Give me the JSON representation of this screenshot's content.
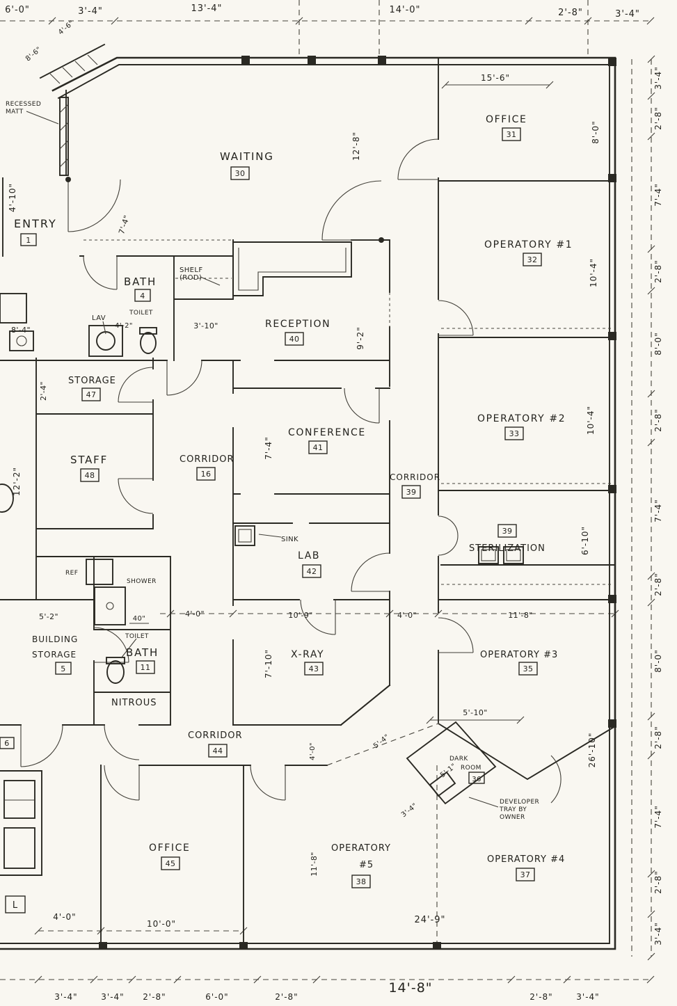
{
  "rooms": {
    "entry": {
      "name": "ENTRY",
      "num": "1"
    },
    "waiting": {
      "name": "WAITING",
      "num": "30"
    },
    "office31": {
      "name": "OFFICE",
      "num": "31"
    },
    "op1": {
      "name": "OPERATORY #1",
      "num": "32"
    },
    "bath4": {
      "name": "BATH",
      "num": "4"
    },
    "reception": {
      "name": "RECEPTION",
      "num": "40"
    },
    "storage47": {
      "name": "STORAGE",
      "num": "47"
    },
    "op2": {
      "name": "OPERATORY #2",
      "num": "33"
    },
    "staff48": {
      "name": "STAFF",
      "num": "48"
    },
    "corridor16": {
      "name": "CORRIDOR",
      "num": "16"
    },
    "conference41": {
      "name": "CONFERENCE",
      "num": "41"
    },
    "corridor39": {
      "name": "CORRIDOR",
      "num": "39"
    },
    "sterilization39": {
      "name": "STERILIZATION",
      "num": "39"
    },
    "lab42": {
      "name": "LAB",
      "num": "42"
    },
    "xray43": {
      "name": "X-RAY",
      "num": "43"
    },
    "bath11": {
      "name": "BATH",
      "num": "11"
    },
    "building_storage5": {
      "name_line1": "BUILDING",
      "name_line2": "STORAGE",
      "num": "5"
    },
    "op3": {
      "name": "OPERATORY #3",
      "num": "35"
    },
    "nitrous": {
      "name": "NITROUS"
    },
    "corridor44": {
      "name": "CORRIDOR",
      "num": "44"
    },
    "darkroom36": {
      "name_line1": "DARK",
      "name_line2": "ROOM",
      "num": "36"
    },
    "office45": {
      "name": "OFFICE",
      "num": "45"
    },
    "op5": {
      "name_line1": "OPERATORY",
      "name_line2": "#5",
      "num": "38"
    },
    "op4": {
      "name": "OPERATORY #4",
      "num": "37"
    },
    "room6": {
      "num": "6"
    },
    "roomL": {
      "num": "L"
    }
  },
  "fixtures": {
    "recessed_matt": [
      "RECESSED",
      "MATT"
    ],
    "shelf_rod": [
      "SHELF",
      "(ROD)"
    ],
    "lav": "LAV",
    "toilet_bath4": "TOILET",
    "sink_lab": "SINK",
    "shower": "SHOWER",
    "ref": "REF",
    "toilet_bath11": "TOILET",
    "developer_tray": [
      "DEVELOPER",
      "TRAY BY",
      "OWNER"
    ]
  },
  "dims": {
    "top": [
      "6'-0\"",
      "3'-4\"",
      "13'-4\"",
      "14'-0\"",
      "2'-8\"",
      "3'-4\""
    ],
    "right": [
      "3'-4\"",
      "2'-8\"",
      "7'-4\"",
      "2'-8\"",
      "8'-0\"",
      "2'-8\"",
      "7'-4\"",
      "2'-8\"",
      "8'-0\"",
      "2'-8\"",
      "7'-4\"",
      "2'-8\"",
      "3'-4\""
    ],
    "bottom": [
      "3'-4\"",
      "3'-4\"",
      "2'-8\"",
      "6'-0\"",
      "2'-8\"",
      "14'-8\"",
      "2'-8\"",
      "3'-4\""
    ],
    "interior": {
      "office31_width": "15'-6\"",
      "waiting_east": "12'-8\"",
      "office31_depth": "8'-0\"",
      "op1_depth": "10'-4\"",
      "op2_depth": "10'-4\"",
      "steril_depth": "6'-10\"",
      "op4_east": "26'-10\"",
      "entry_left": "4'-10\"",
      "entry_door": "7'-4\"",
      "diag_a": "4'-6\"",
      "diag_b": "8'-6\"",
      "bath_left": "8'-4\"",
      "lav": "4'-2\"",
      "shelf": "3'-10\"",
      "reception_depth": "9'-2\"",
      "storage_depth": "2'-4\"",
      "staff_left": "12'-2\"",
      "conference_depth": "7'-4\"",
      "shower_width": "5'-2\"",
      "shower_door": "40\"",
      "corr44_a": "4'-0\"",
      "xray_width": "10'-9\"",
      "corr39_b": "4'-0\"",
      "op3_width": "11'-8\"",
      "xray_depth": "7'-10\"",
      "dark_a": "5'-10\"",
      "dark_b": "5'-4\"",
      "dark_c": "5'-1\"",
      "dark_d": "3'-4\"",
      "corr44_c": "4'-0\"",
      "op5_depth": "11'-8\"",
      "office45_a": "4'-0\"",
      "office45_width": "10'-0\"",
      "op4_width": "24'-9\""
    }
  }
}
